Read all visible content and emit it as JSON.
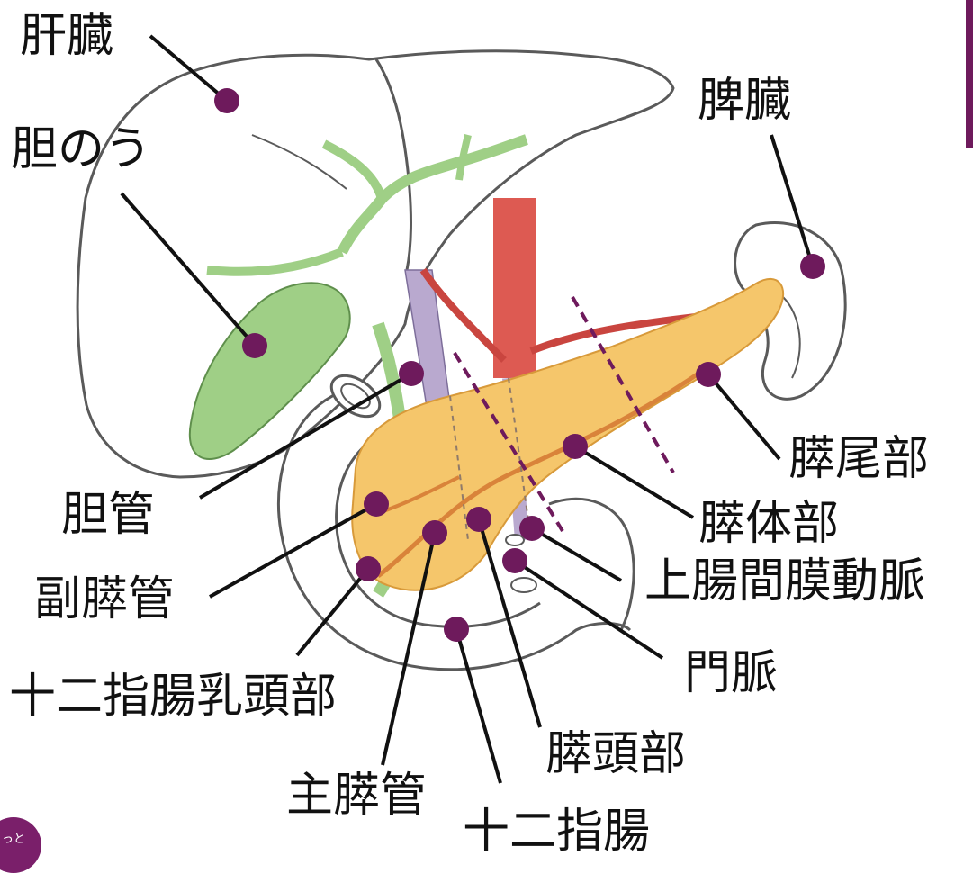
{
  "labels": {
    "liver": "肝臓",
    "gallbladder": "胆のう",
    "spleen": "脾臓",
    "pancreatic_tail": "膵尾部",
    "bile_duct": "胆管",
    "pancreatic_body": "膵体部",
    "accessory_pancreatic_duct": "副膵管",
    "superior_mesenteric_artery": "上腸間膜動脈",
    "major_duodenal_papilla": "十二指腸乳頭部",
    "portal_vein": "門脈",
    "pancreatic_head": "膵頭部",
    "main_pancreatic_duct": "主膵管",
    "duodenum": "十二指腸"
  },
  "badge_text": "っと",
  "colors": {
    "marker": "#6e1a5c",
    "divider": "#6e1a5c",
    "pancreas": "#f5c66b",
    "gallbladder": "#9fcf86",
    "artery": "#dd5a52",
    "portal_vein": "#b9a9cf",
    "outline": "#5a5a5a"
  }
}
